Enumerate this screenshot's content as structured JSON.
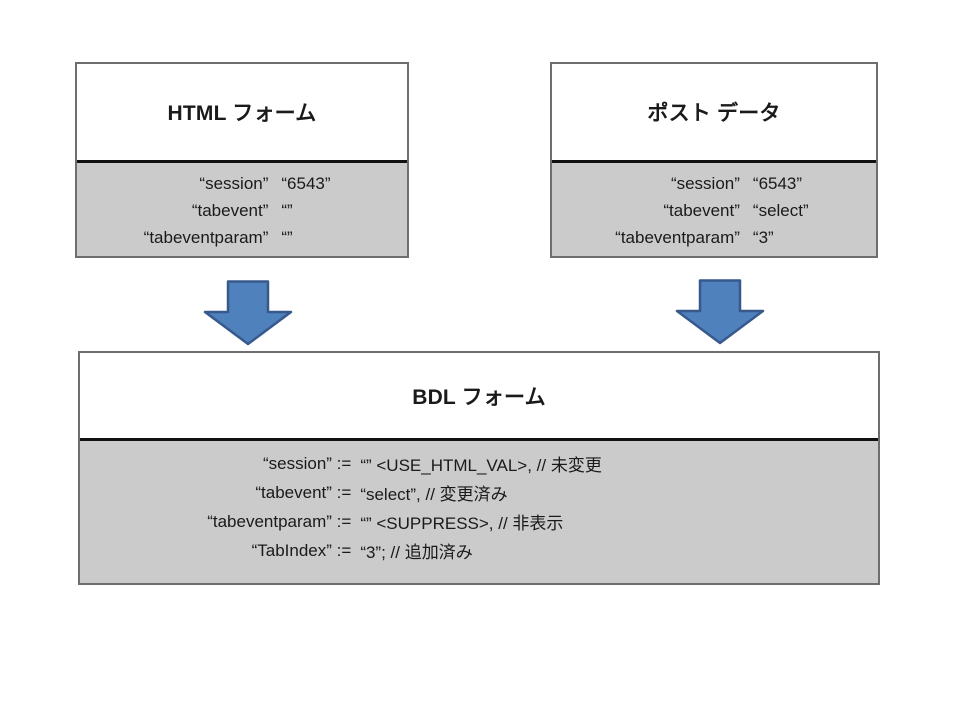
{
  "colors": {
    "page_bg": "#ffffff",
    "box_border": "#6e6e6e",
    "box_header_bg": "#ffffff",
    "box_body_bg": "#cbcbcb",
    "divider": "#111111",
    "text": "#1a1a1a",
    "arrow_fill": "#4f81bd",
    "arrow_border": "#38598c"
  },
  "boxes": {
    "html_form": {
      "title": "HTML フォーム",
      "rows": [
        {
          "name": "“session”",
          "value": "“6543”"
        },
        {
          "name": "“tabevent”",
          "value": "“”"
        },
        {
          "name": "“tabeventparam”",
          "value": "“”"
        }
      ]
    },
    "post_data": {
      "title": "ポスト データ",
      "rows": [
        {
          "name": "“session”",
          "value": "“6543”"
        },
        {
          "name": "“tabevent”",
          "value": "“select”"
        },
        {
          "name": "“tabeventparam”",
          "value": "“3”"
        }
      ]
    },
    "bdl_form": {
      "title": "BDL フォーム",
      "rows": [
        {
          "name": "“session” :=",
          "value": "“” <USE_HTML_VAL>, // 未変更"
        },
        {
          "name": "“tabevent” :=",
          "value": "“select”, // 変更済み"
        },
        {
          "name": "“tabeventparam” :=",
          "value": "“” <SUPPRESS>, // 非表示"
        },
        {
          "name": "“TabIndex” :=",
          "value": "“3”; // 追加済み"
        }
      ]
    }
  },
  "icons": {
    "left_arrow": "down-arrow",
    "right_arrow": "down-arrow"
  }
}
